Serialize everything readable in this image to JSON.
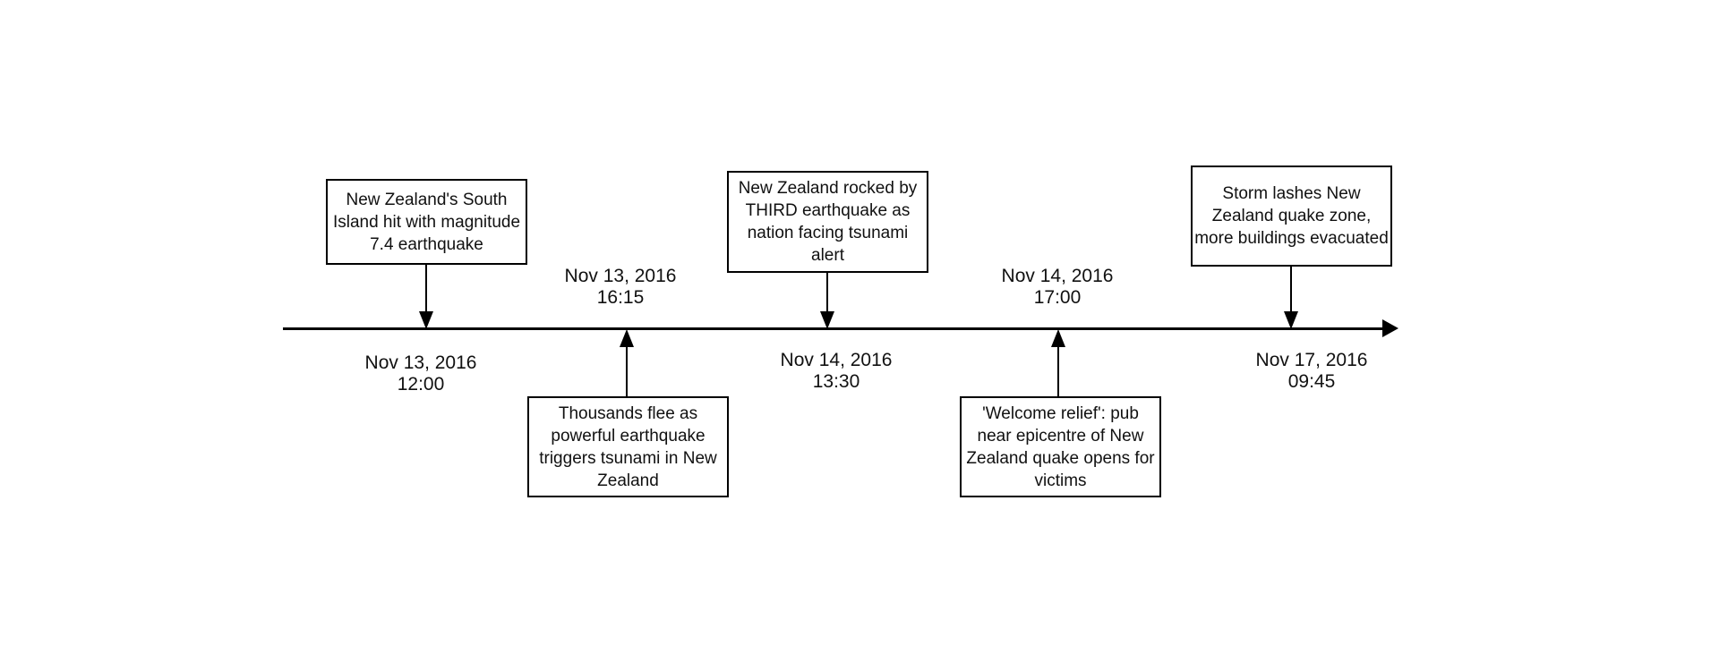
{
  "timeline": {
    "subject": "New Zealand earthquake news timeline",
    "colors": {
      "axis_line": "#000000",
      "box_border": "#000000",
      "box_background": "#ffffff",
      "text": "#111111",
      "page_background": "#ffffff"
    },
    "axis": {
      "arrowhead": "right"
    },
    "events": [
      {
        "headline": "New Zealand's South\nIsland hit with magnitude\n7.4 earthquake",
        "date": "Nov 13, 2016",
        "time": "12:00",
        "position": "above"
      },
      {
        "headline": "Thousands flee as\npowerful earthquake\ntriggers tsunami in New\nZealand",
        "date": "Nov 13, 2016",
        "time": "16:15",
        "position": "below"
      },
      {
        "headline": "New Zealand rocked by\nTHIRD earthquake as\nnation facing tsunami alert",
        "date": "Nov 14, 2016",
        "time": "13:30",
        "position": "above"
      },
      {
        "headline": "'Welcome relief': pub\nnear epicentre of New\nZealand quake opens for\nvictims",
        "date": "Nov 14, 2016",
        "time": "17:00",
        "position": "below"
      },
      {
        "headline": "Storm lashes New\nZealand quake zone,\nmore buildings evacuated",
        "date": "Nov 17, 2016",
        "time": "09:45",
        "position": "above"
      }
    ]
  }
}
